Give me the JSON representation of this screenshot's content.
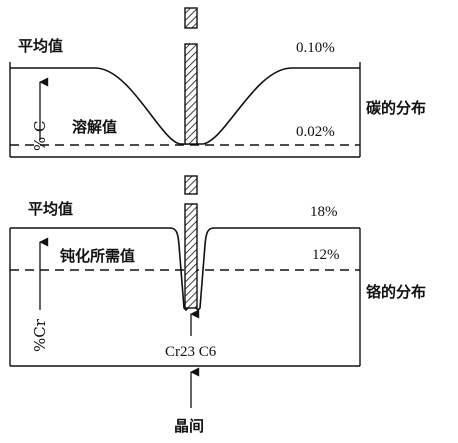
{
  "top_panel": {
    "average_label": "平均值",
    "dissolution_label": "溶解值",
    "axis_label": "% C",
    "average_value": "0.10%",
    "dissolution_value": "0.02%",
    "distribution_label": "碳的分布"
  },
  "bottom_panel": {
    "average_label": "平均值",
    "passivation_label": "钝化所需值",
    "axis_label": "%Cr",
    "average_value": "18%",
    "passivation_value": "12%",
    "distribution_label": "铬的分布",
    "carbide_label": "Cr23 C6"
  },
  "grain_boundary_label": "晶间",
  "colors": {
    "line": "#111111",
    "background": "#ffffff"
  }
}
